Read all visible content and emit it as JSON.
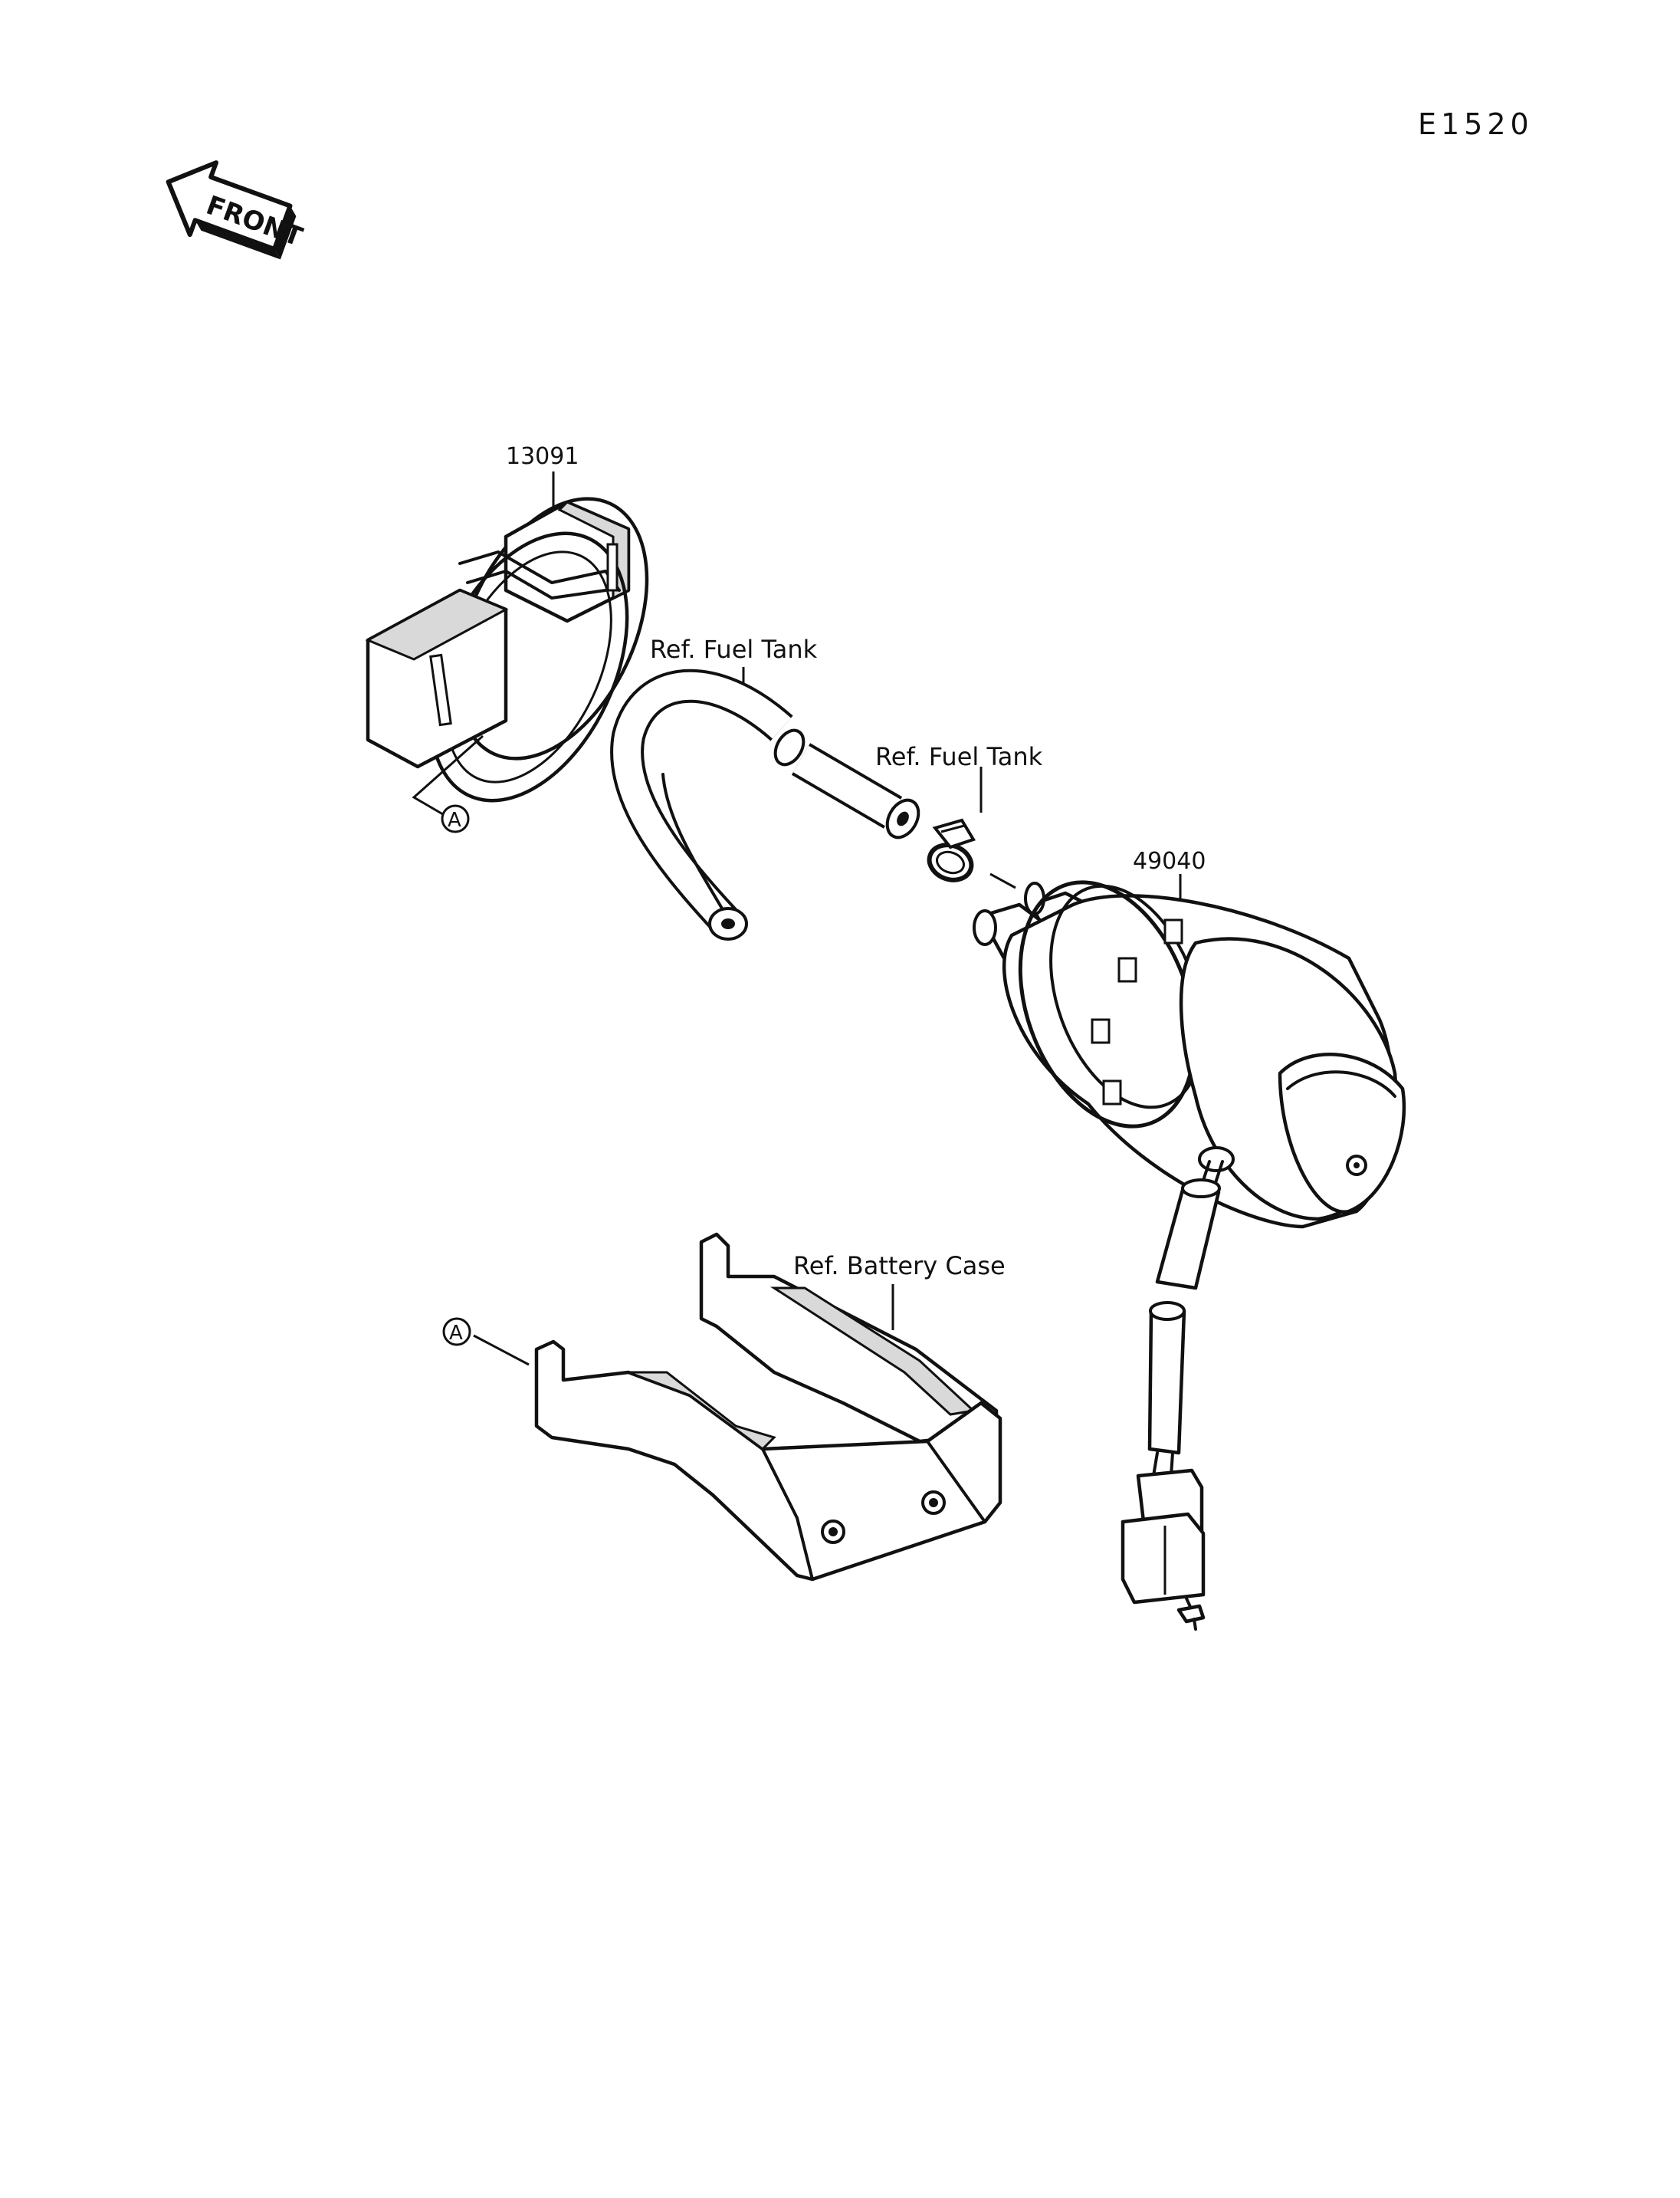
{
  "diagram_code": "E1520",
  "front_label": "FRONT",
  "parts": {
    "bracket": {
      "number": "13091"
    },
    "fuel_pump": {
      "number": "49040"
    }
  },
  "references": {
    "fuel_tank_hose": "Ref. Fuel Tank",
    "fuel_tank_clamp": "Ref. Fuel Tank",
    "battery_case": "Ref. Battery Case"
  },
  "markers": {
    "a_upper": "A",
    "a_lower": "A"
  }
}
